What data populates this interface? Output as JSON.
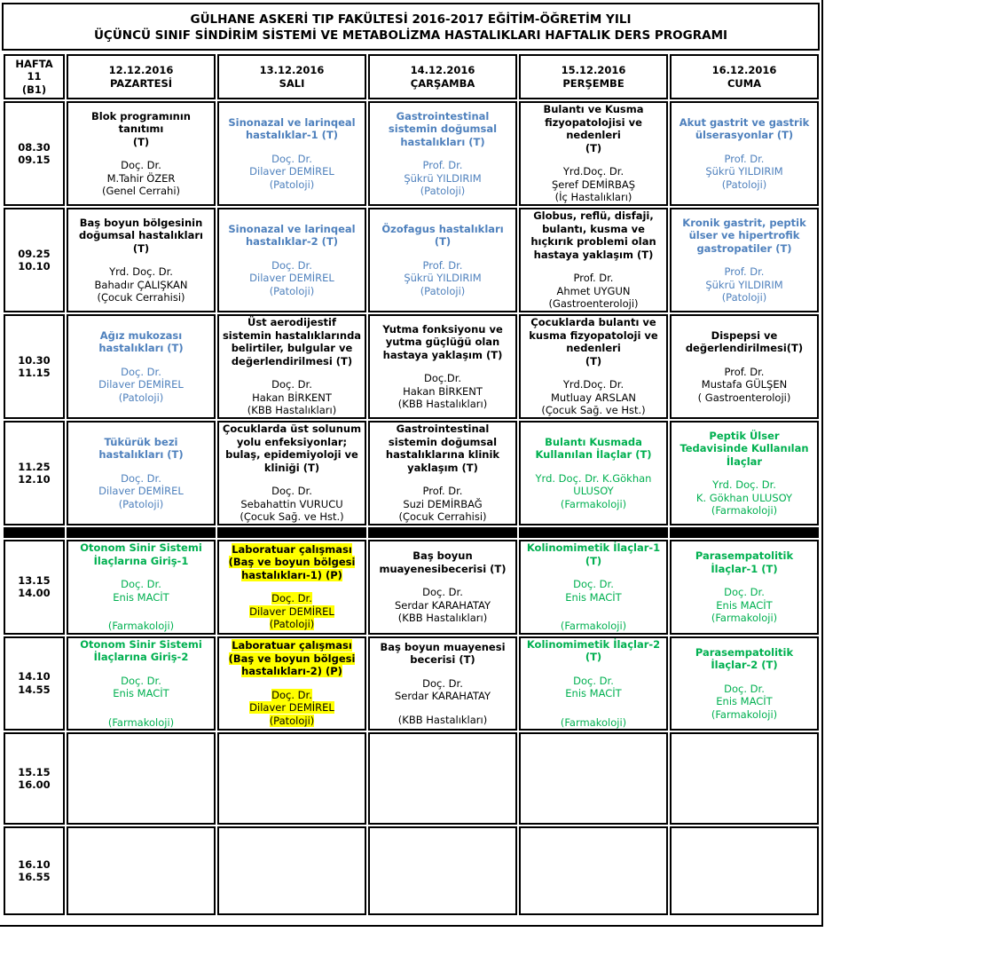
{
  "title": {
    "line1": "GÜLHANE ASKERİ TIP FAKÜLTESİ 2016-2017 EĞİTİM-ÖĞRETİM YILI",
    "line2": "ÜÇÜNCÜ SINIF SİNDİRİM SİSTEMİ VE METABOLİZMA HASTALIKLARI HAFTALIK DERS PROGRAMI"
  },
  "hafta": {
    "line1": "HAFTA",
    "line2": "11",
    "line3": "(B1)"
  },
  "days": [
    {
      "date": "12.12.2016",
      "name": "PAZARTESİ"
    },
    {
      "date": "13.12.2016",
      "name": "SALI"
    },
    {
      "date": "14.12.2016",
      "name": "ÇARŞAMBA"
    },
    {
      "date": "15.12.2016",
      "name": "PERŞEMBE"
    },
    {
      "date": "16.12.2016",
      "name": "CUMA"
    }
  ],
  "rows": [
    {
      "start": "08.30",
      "end": "09.15",
      "cells": [
        {
          "title": "Blok programının tanıtımı",
          "type": "(T)",
          "rank": "Doç. Dr.",
          "name": "M.Tahir ÖZER",
          "dept": "(Genel Cerrahi)"
        },
        {
          "title": "Sinonazal ve larinqeal hastalıklar-1 (T)",
          "rank": "Doç. Dr.",
          "name": "Dilaver DEMİREL",
          "dept": "(Patoloji)"
        },
        {
          "title": "Gastrointestinal sistemin doğumsal hastalıkları (T)",
          "rank": "Prof. Dr.",
          "name": "Şükrü YILDIRIM",
          "dept": "(Patoloji)"
        },
        {
          "title": "Bulantı ve Kusma fizyopatolojisi ve nedenleri",
          "type": "(T)",
          "rank": "Yrd.Doç. Dr.",
          "name": "Şeref DEMİRBAŞ",
          "dept": "(İç Hastalıkları)"
        },
        {
          "title": "Akut gastrit ve gastrik ülserasyonlar (T)",
          "rank": "Prof. Dr.",
          "name": "Şükrü YILDIRIM",
          "dept": "(Patoloji)"
        }
      ]
    },
    {
      "start": "09.25",
      "end": "10.10",
      "cells": [
        {
          "title": "Baş boyun bölgesinin doğumsal hastalıkları (T)",
          "rank": "Yrd. Doç. Dr.",
          "name": "Bahadır ÇALIŞKAN",
          "dept": "(Çocuk Cerrahisi)"
        },
        {
          "title": "Sinonazal ve larinqeal hastalıklar-2 (T)",
          "rank": "Doç. Dr.",
          "name": "Dilaver DEMİREL",
          "dept": "(Patoloji)"
        },
        {
          "title": "Özofagus hastalıkları (T)",
          "rank": "Prof. Dr.",
          "name": "Şükrü YILDIRIM",
          "dept": "(Patoloji)"
        },
        {
          "title": "Globus, reflü, disfaji, bulantı, kusma ve hıçkırık problemi olan hastaya yaklaşım (T)",
          "rank": "Prof. Dr.",
          "name": "Ahmet UYGUN",
          "dept": "(Gastroenteroloji)"
        },
        {
          "title": "Kronik gastrit, peptik ülser ve hipertrofik gastropatiler (T)",
          "rank": "Prof. Dr.",
          "name": "Şükrü YILDIRIM",
          "dept": "(Patoloji)"
        }
      ]
    },
    {
      "start": "10.30",
      "end": "11.15",
      "cells": [
        {
          "title": "Ağız mukozası hastalıkları (T)",
          "rank": "Doç. Dr.",
          "name": "Dilaver DEMİREL",
          "dept": "(Patoloji)"
        },
        {
          "title": "Üst aerodijestif sistemin hastalıklarında belirtiler, bulgular ve değerlendirilmesi (T)",
          "rank": "Doç. Dr.",
          "name": "Hakan BİRKENT",
          "dept": "(KBB Hastalıkları)"
        },
        {
          "title": "Yutma fonksiyonu ve yutma güçlüğü olan hastaya yaklaşım (T)",
          "rank": "Doç.Dr.",
          "name": "Hakan BİRKENT",
          "dept": "(KBB Hastalıkları)"
        },
        {
          "title": "Çocuklarda bulantı ve kusma fizyopatoloji ve nedenleri",
          "type": "(T)",
          "rank": "Yrd.Doç. Dr.",
          "name": "Mutluay ARSLAN",
          "dept": "(Çocuk Sağ. ve Hst.)"
        },
        {
          "title": "Dispepsi ve değerlendirilmesi(T)",
          "rank": "Prof. Dr.",
          "name": "Mustafa GÜLŞEN",
          "dept": "( Gastroenteroloji)"
        }
      ]
    },
    {
      "start": "11.25",
      "end": "12.10",
      "cells": [
        {
          "title": "Tükürük bezi hastalıkları (T)",
          "rank": "Doç. Dr.",
          "name": "Dilaver DEMİREL",
          "dept": "(Patoloji)"
        },
        {
          "title": "Çocuklarda üst solunum yolu enfeksiyonlar; bulaş, epidemiyoloji ve kliniği (T)",
          "rank": "Doç. Dr.",
          "name": "Sebahattin VURUCU",
          "dept": "(Çocuk Sağ. ve Hst.)"
        },
        {
          "title": "Gastrointestinal sistemin doğumsal hastalıklarına klinik yaklaşım (T)",
          "rank": "Prof. Dr.",
          "name": "Suzi DEMİRBAĞ",
          "dept": "(Çocuk Cerrahisi)"
        },
        {
          "title": "Bulantı Kusmada Kullanılan İlaçlar (T)",
          "rank": "Yrd. Doç. Dr. K.Gökhan",
          "name": "ULUSOY",
          "dept": "(Farmakoloji)"
        },
        {
          "title": "Peptik Ülser Tedavisinde Kullanılan İlaçlar",
          "rank": "Yrd. Doç. Dr.",
          "name": "K. Gökhan ULUSOY",
          "dept": "(Farmakoloji)"
        }
      ]
    },
    {
      "start": "13.15",
      "end": "14.00",
      "cells": [
        {
          "title": "Otonom Sinir Sistemi İlaçlarına Giriş-1",
          "rank": "Doç. Dr.",
          "name": "Enis MACİT",
          "dept": "(Farmakoloji)"
        },
        {
          "title": "Laboratuar çalışması (Baş ve boyun bölgesi hastalıkları-1) (P)",
          "rank": "Doç. Dr.",
          "name": "Dilaver DEMİREL",
          "dept": "(Patoloji)"
        },
        {
          "title": "Baş boyun muayenesibecerisi (T)",
          "rank": "Doç. Dr.",
          "name": "Serdar KARAHATAY",
          "dept": "(KBB Hastalıkları)"
        },
        {
          "title": "Kolinomimetik İlaçlar-1 (T)",
          "rank": "Doç. Dr.",
          "name": "Enis MACİT",
          "dept": "(Farmakoloji)"
        },
        {
          "title": "Parasempatolitik İlaçlar-1 (T)",
          "rank": "Doç. Dr.",
          "name": "Enis MACİT",
          "dept": "(Farmakoloji)"
        }
      ]
    },
    {
      "start": "14.10",
      "end": "14.55",
      "cells": [
        {
          "title": "Otonom Sinir Sistemi İlaçlarına Giriş-2",
          "rank": "Doç. Dr.",
          "name": "Enis MACİT",
          "dept": "(Farmakoloji)"
        },
        {
          "title": "Laboratuar çalışması (Baş ve boyun bölgesi hastalıkları-2) (P)",
          "rank": "Doç. Dr.",
          "name": "Dilaver DEMİREL",
          "dept": "(Patoloji)"
        },
        {
          "title": "Baş boyun muayenesi becerisi (T)",
          "rank": "Doç. Dr.",
          "name": "Serdar KARAHATAY",
          "dept": "(KBB Hastalıkları)"
        },
        {
          "title": "Kolinomimetik İlaçlar-2 (T)",
          "rank": "Doç. Dr.",
          "name": "Enis MACİT",
          "dept": "(Farmakoloji)"
        },
        {
          "title": "Parasempatolitik İlaçlar-2 (T)",
          "rank": "Doç. Dr.",
          "name": "Enis MACİT",
          "dept": "(Farmakoloji)"
        }
      ]
    },
    {
      "start": "15.15",
      "end": "16.00"
    },
    {
      "start": "16.10",
      "end": "16.55"
    }
  ],
  "colors": {
    "blue": "#4f81bd",
    "green": "#00b050",
    "highlight": "#ffff00"
  }
}
